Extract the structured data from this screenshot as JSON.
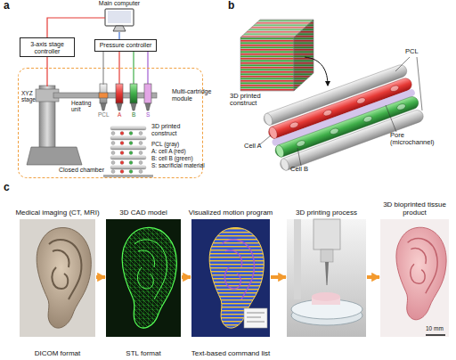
{
  "diagram": {
    "nodes": [
      {
        "text": [
          "Main computer"
        ]
      },
      {
        "text": [
          "3-axis stage controller"
        ]
      },
      {
        "text": [
          "Pressure controller"
        ]
      },
      {
        "text": [
          "Closed chamber"
        ]
      },
      {
        "text": [
          "XYZ stage"
        ],
        "in": 3
      },
      {
        "text": [
          "Multi-cartridge module"
        ],
        "in": 3
      },
      {
        "text": [
          "Medical imaging (CT, MRI)",
          "DICOM format"
        ]
      },
      {
        "text": [
          "3D CAD model",
          "STL format"
        ]
      },
      {
        "text": [
          "Visualized motion program",
          "Text-based command list"
        ]
      },
      {
        "text": [
          "3D printing process"
        ]
      },
      {
        "text": [
          "3D bioprinted tissue product"
        ]
      }
    ],
    "edges": [
      {
        "from": 0,
        "to": 1,
        "arrow": "none"
      },
      {
        "from": 0,
        "to": 2,
        "arrow": "none"
      },
      {
        "from": 1,
        "to": 4,
        "arrow": "none"
      },
      {
        "from": 2,
        "to": 5,
        "arrow": "none"
      },
      {
        "from": 6,
        "to": 7,
        "arrow": "to"
      },
      {
        "from": 7,
        "to": 8,
        "arrow": "to"
      },
      {
        "from": 8,
        "to": 9,
        "arrow": "to"
      },
      {
        "from": 9,
        "to": 10,
        "arrow": "to"
      }
    ],
    "labels": [
      "a",
      "Heating unit",
      "PCL",
      "A",
      "B",
      "S",
      "3D printed construct",
      "PCL (gray)",
      "A: cell A (red)",
      "B: cell B (green)",
      "S: sacrificial material",
      "b",
      "3D printed construct",
      "PCL",
      "Pore (microchannel)",
      "Cell A",
      "Cell B",
      "c",
      "10 mm"
    ]
  }
}
